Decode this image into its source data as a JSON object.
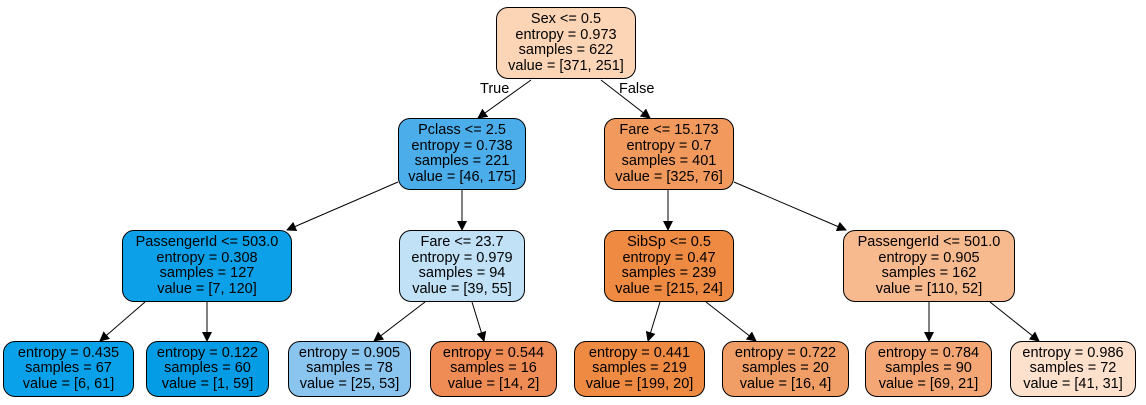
{
  "edge_labels": {
    "true": "True",
    "false": "False"
  },
  "nodes": {
    "n0": {
      "lines": [
        "Sex <= 0.5",
        "entropy = 0.973",
        "samples = 622",
        "value = [371, 251]"
      ],
      "color": "#fcd5b7"
    },
    "n1": {
      "lines": [
        "Pclass <= 2.5",
        "entropy = 0.738",
        "samples = 221",
        "value = [46, 175]"
      ],
      "color": "#4baeeb"
    },
    "n2": {
      "lines": [
        "Fare <= 15.173",
        "entropy = 0.7",
        "samples = 401",
        "value = [325, 76]"
      ],
      "color": "#f29a5e"
    },
    "n3": {
      "lines": [
        "PassengerId <= 503.0",
        "entropy = 0.308",
        "samples = 127",
        "value = [7, 120]"
      ],
      "color": "#0ca0e8"
    },
    "n4": {
      "lines": [
        "Fare <= 23.7",
        "entropy = 0.979",
        "samples = 94",
        "value = [39, 55]"
      ],
      "color": "#c1e1f7"
    },
    "n5": {
      "lines": [
        "SibSp <= 0.5",
        "entropy = 0.47",
        "samples = 239",
        "value = [215, 24]"
      ],
      "color": "#ef8a43"
    },
    "n6": {
      "lines": [
        "PassengerId <= 501.0",
        "entropy = 0.905",
        "samples = 162",
        "value = [110, 52]"
      ],
      "color": "#f7b98e"
    },
    "n7": {
      "lines": [
        "entropy = 0.435",
        "samples = 67",
        "value = [6, 61]"
      ],
      "color": "#09a2ea"
    },
    "n8": {
      "lines": [
        "entropy = 0.122",
        "samples = 60",
        "value = [1, 59]"
      ],
      "color": "#039ce5"
    },
    "n9": {
      "lines": [
        "entropy = 0.905",
        "samples = 78",
        "value = [25, 53]"
      ],
      "color": "#8ac5f0"
    },
    "n10": {
      "lines": [
        "entropy = 0.544",
        "samples = 16",
        "value = [14, 2]"
      ],
      "color": "#ef8b55"
    },
    "n11": {
      "lines": [
        "entropy = 0.441",
        "samples = 219",
        "value = [199, 20]"
      ],
      "color": "#ef8a43"
    },
    "n12": {
      "lines": [
        "entropy = 0.722",
        "samples = 20",
        "value = [16, 4]"
      ],
      "color": "#f09e66"
    },
    "n13": {
      "lines": [
        "entropy = 0.784",
        "samples = 90",
        "value = [69, 21]"
      ],
      "color": "#f4a774"
    },
    "n14": {
      "lines": [
        "entropy = 0.986",
        "samples = 72",
        "value = [41, 31]"
      ],
      "color": "#fde1cd"
    }
  }
}
